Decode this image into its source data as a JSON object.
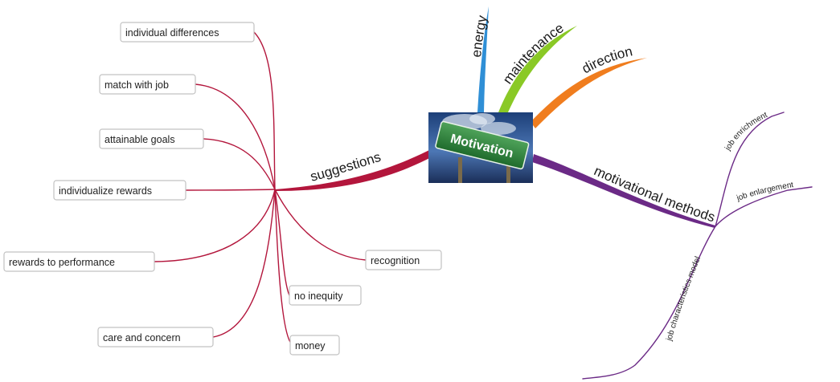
{
  "central": {
    "label": "Motivation"
  },
  "colors": {
    "suggestions": "#b3163c",
    "methods": "#6b2a86",
    "energy": "#2f8fd6",
    "maintenance": "#8ac926",
    "direction": "#f07d1e",
    "sign": "#2f7d3a"
  },
  "branches": {
    "energy": "energy",
    "maintenance": "maintenance",
    "direction": "direction",
    "suggestions": "suggestions",
    "methods": "motivational methods"
  },
  "suggestions": [
    "individual differences",
    "match with job",
    "attainable goals",
    "individualize rewards",
    "rewards to performance",
    "care and concern",
    "money",
    "no inequity",
    "recognition"
  ],
  "methods": [
    "job enrichment",
    "job enlargement",
    "job characteristics model"
  ]
}
